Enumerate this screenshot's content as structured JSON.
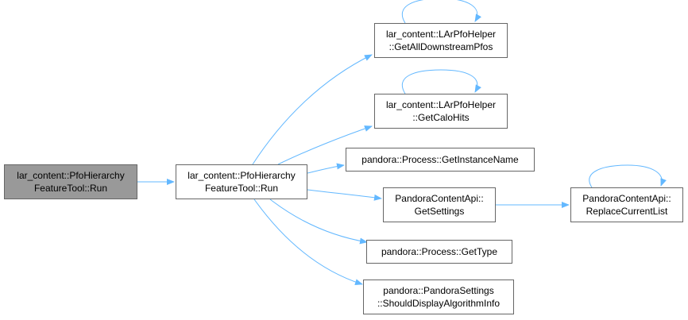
{
  "graph": {
    "edge_color": "#63b8ff",
    "root_fill": "#999999",
    "node_border": "#666666",
    "nodes": {
      "n0": {
        "lines": [
          "lar_content::PfoHierarchy",
          "FeatureTool::Run"
        ],
        "root": true
      },
      "n1": {
        "lines": [
          "lar_content::PfoHierarchy",
          "FeatureTool::Run"
        ]
      },
      "n2": {
        "lines": [
          "lar_content::LArPfoHelper",
          "::GetAllDownstreamPfos"
        ]
      },
      "n3": {
        "lines": [
          "lar_content::LArPfoHelper",
          "::GetCaloHits"
        ]
      },
      "n4": {
        "lines": [
          "pandora::Process::GetInstanceName"
        ]
      },
      "n5": {
        "lines": [
          "PandoraContentApi::",
          "GetSettings"
        ]
      },
      "n6": {
        "lines": [
          "PandoraContentApi::",
          "ReplaceCurrentList"
        ]
      },
      "n7": {
        "lines": [
          "pandora::Process::GetType"
        ]
      },
      "n8": {
        "lines": [
          "pandora::PandoraSettings",
          "::ShouldDisplayAlgorithmInfo"
        ]
      }
    },
    "edges": [
      [
        "n0",
        "n1"
      ],
      [
        "n1",
        "n2"
      ],
      [
        "n2",
        "n2"
      ],
      [
        "n1",
        "n3"
      ],
      [
        "n3",
        "n3"
      ],
      [
        "n1",
        "n4"
      ],
      [
        "n1",
        "n5"
      ],
      [
        "n5",
        "n6"
      ],
      [
        "n6",
        "n6"
      ],
      [
        "n1",
        "n7"
      ],
      [
        "n1",
        "n8"
      ]
    ]
  }
}
